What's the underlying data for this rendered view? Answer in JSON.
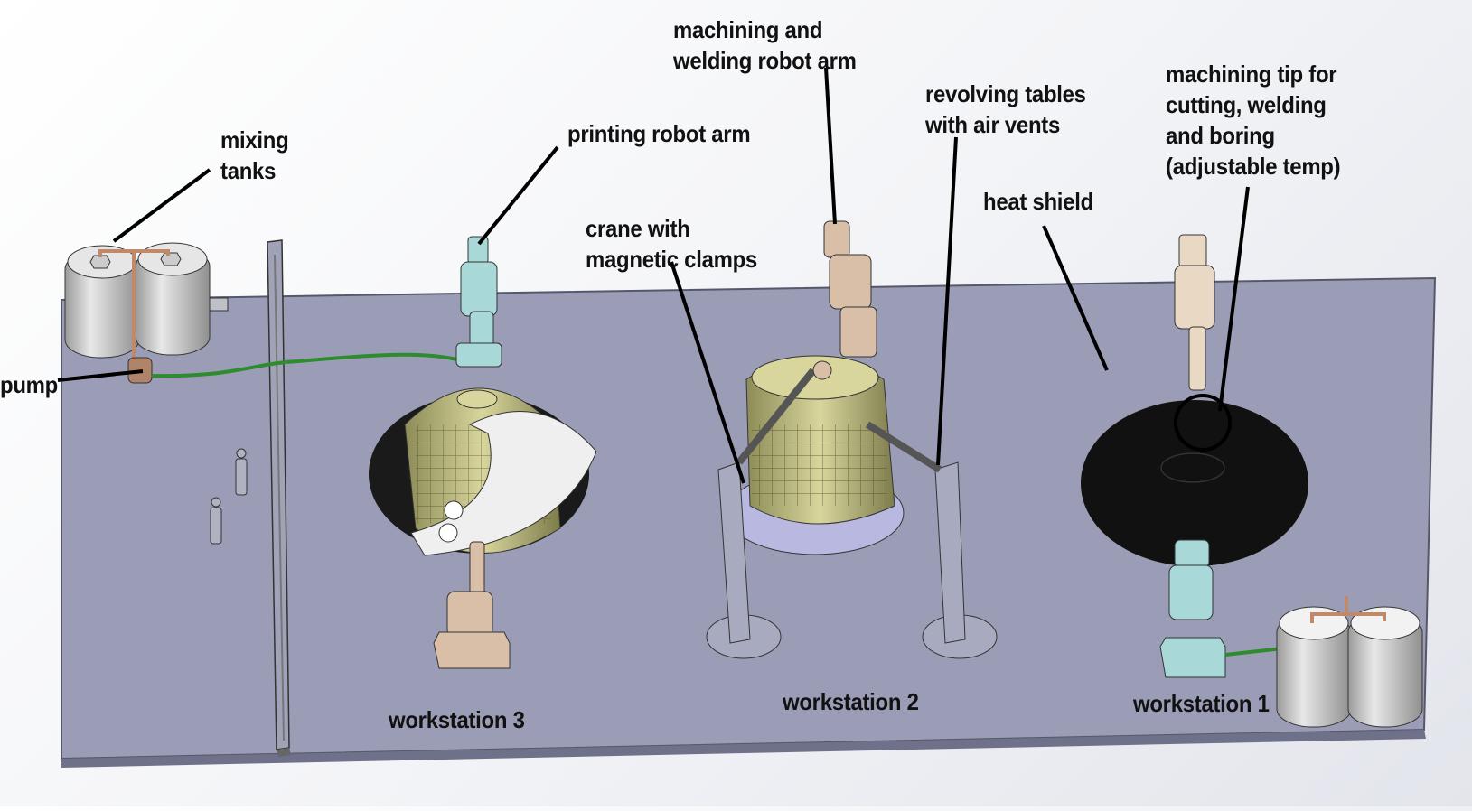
{
  "diagram": {
    "title": "",
    "labels": {
      "mixing_tanks": [
        "mixing",
        "tanks"
      ],
      "pump": "pump",
      "printing_robot_arm": "printing robot arm",
      "crane": [
        "crane with",
        "magnetic clamps"
      ],
      "machining_welding_arm": [
        "machining and",
        "welding robot arm"
      ],
      "revolving_tables": [
        "revolving tables",
        "with air vents"
      ],
      "heat_shield": "heat shield",
      "machining_tip": [
        "machining tip for",
        "cutting, welding",
        "and boring",
        "(adjustable temp)"
      ],
      "workstation_3": "workstation 3",
      "workstation_2": "workstation 2",
      "workstation_1": "workstation 1"
    },
    "colors": {
      "floor": "#9a9db5",
      "floor_edge": "#6e7189",
      "hose": "#2e8b2e",
      "tank": "#c9c9c9",
      "robot_tan": "#d9bfa8",
      "robot_cyan": "#a8d8d8",
      "capsule": "#c8c68a",
      "heat_shield": "#111111",
      "turntable": "#b8b8e0"
    }
  }
}
